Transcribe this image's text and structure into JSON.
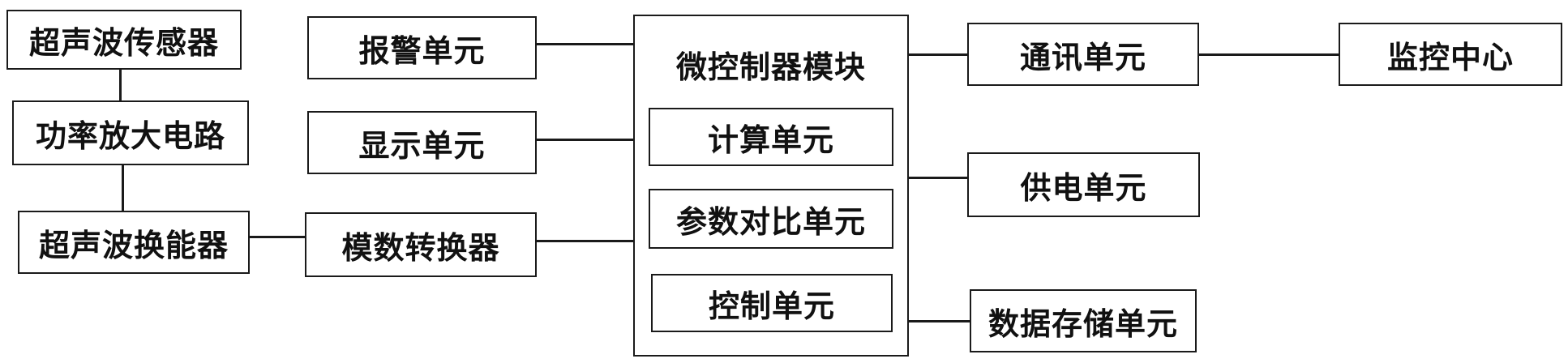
{
  "diagram": {
    "left_chain": {
      "sensor": "超声波传感器",
      "amplifier": "功率放大电路",
      "transducer": "超声波换能器"
    },
    "middle": {
      "alarm": "报警单元",
      "display": "显示单元",
      "adc": "模数转换器"
    },
    "mcu": {
      "title": "微控制器模块",
      "compute": "计算单元",
      "compare": "参数对比单元",
      "control": "控制单元"
    },
    "right": {
      "comm": "通讯单元",
      "monitor": "监控中心",
      "power": "供电单元",
      "storage": "数据存储单元"
    }
  }
}
